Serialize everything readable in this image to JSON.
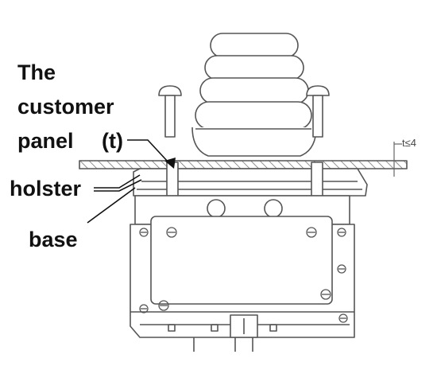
{
  "labels": {
    "line1": "The",
    "line2": "customer",
    "panel": "panel",
    "thickness": "(t)",
    "holster": "holster",
    "base": "base"
  },
  "dimension_label": "t≤4",
  "colors": {
    "ink": "#111111",
    "drawing": "#5a5a5a",
    "background": "#ffffff"
  }
}
